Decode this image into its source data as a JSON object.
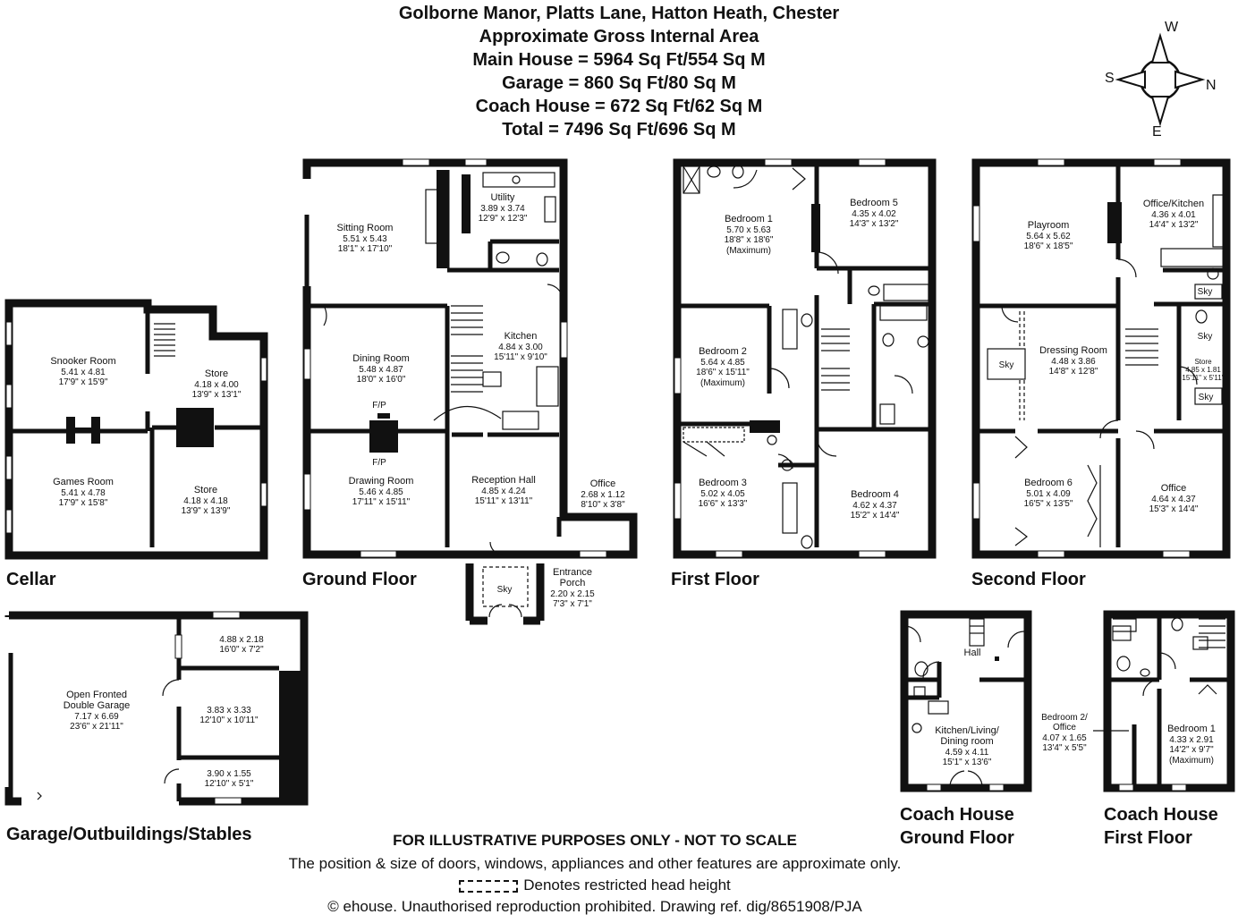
{
  "header": {
    "line1": "Golborne Manor, Platts Lane, Hatton Heath, Chester",
    "line2": "Approximate Gross Internal Area",
    "line3": "Main House = 5964 Sq Ft/554 Sq M",
    "line4": "Garage = 860 Sq Ft/80 Sq M",
    "line5": "Coach House = 672 Sq Ft/62 Sq M",
    "line6": "Total = 7496 Sq Ft/696 Sq M"
  },
  "compass": {
    "w": "W",
    "s": "S",
    "n": "N",
    "e": "E"
  },
  "floors": {
    "cellar": "Cellar",
    "ground": "Ground Floor",
    "first": "First Floor",
    "second": "Second Floor",
    "garage": "Garage/Outbuildings/Stables",
    "coach_ground_1": "Coach House",
    "coach_ground_2": "Ground Floor",
    "coach_first_1": "Coach House",
    "coach_first_2": "First Floor"
  },
  "rooms": {
    "snooker": {
      "name": "Snooker Room",
      "m": "5.41 x 4.81",
      "ft": "17'9\" x 15'9\""
    },
    "cellar_store1": {
      "name": "Store",
      "m": "4.18 x 4.00",
      "ft": "13'9\" x 13'1\""
    },
    "games": {
      "name": "Games Room",
      "m": "5.41 x 4.78",
      "ft": "17'9\" x 15'8\""
    },
    "cellar_store2": {
      "name": "Store",
      "m": "4.18 x 4.18",
      "ft": "13'9\" x 13'9\""
    },
    "sitting": {
      "name": "Sitting Room",
      "m": "5.51 x 5.43",
      "ft": "18'1\" x 17'10\""
    },
    "utility": {
      "name": "Utility",
      "m": "3.89 x 3.74",
      "ft": "12'9\" x 12'3\""
    },
    "dining": {
      "name": "Dining Room",
      "m": "5.48 x 4.87",
      "ft": "18'0\" x 16'0\""
    },
    "kitchen": {
      "name": "Kitchen",
      "m": "4.84 x 3.00",
      "ft": "15'11\" x 9'10\""
    },
    "drawing": {
      "name": "Drawing Room",
      "m": "5.46 x 4.85",
      "ft": "17'11\" x 15'11\""
    },
    "reception": {
      "name": "Reception Hall",
      "m": "4.85 x 4.24",
      "ft": "15'11\" x 13'11\""
    },
    "office_g": {
      "name": "Office",
      "m": "2.68 x 1.12",
      "ft": "8'10\" x 3'8\""
    },
    "porch": {
      "name1": "Entrance",
      "name2": "Porch",
      "m": "2.20 x 2.15",
      "ft": "7'3\" x 7'1\""
    },
    "fp1": "F/P",
    "fp2": "F/P",
    "sky": "Sky",
    "bed1": {
      "name": "Bedroom 1",
      "m": "5.70 x 5.63",
      "ft": "18'8\" x 18'6\"",
      "note": "(Maximum)"
    },
    "bed5": {
      "name": "Bedroom 5",
      "m": "4.35 x 4.02",
      "ft": "14'3\" x 13'2\""
    },
    "bed2": {
      "name": "Bedroom 2",
      "m": "5.64 x 4.85",
      "ft": "18'6\" x 15'11\"",
      "note": "(Maximum)"
    },
    "bed3": {
      "name": "Bedroom 3",
      "m": "5.02 x 4.05",
      "ft": "16'6\" x 13'3\""
    },
    "bed4": {
      "name": "Bedroom 4",
      "m": "4.62 x 4.37",
      "ft": "15'2\" x 14'4\""
    },
    "playroom": {
      "name": "Playroom",
      "m": "5.64 x 5.62",
      "ft": "18'6\" x 18'5\""
    },
    "office_kitchen": {
      "name": "Office/Kitchen",
      "m": "4.36 x 4.01",
      "ft": "14'4\" x 13'2\""
    },
    "dressing": {
      "name": "Dressing Room",
      "m": "4.48 x 3.86",
      "ft": "14'8\" x 12'8\""
    },
    "store2f": {
      "name": "Store",
      "m": "4.85 x 1.81",
      "ft": "15'11\" x 5'11\""
    },
    "bed6": {
      "name": "Bedroom 6",
      "m": "5.01 x 4.09",
      "ft": "16'5\" x 13'5\""
    },
    "office2f": {
      "name": "Office",
      "m": "4.64 x 4.37",
      "ft": "15'3\" x 14'4\""
    },
    "garage_main": {
      "name1": "Open Fronted",
      "name2": "Double Garage",
      "m": "7.17 x 6.69",
      "ft": "23'6\" x 21'11\""
    },
    "out1": {
      "m": "4.88 x 2.18",
      "ft": "16'0\" x 7'2\""
    },
    "out2": {
      "m": "3.83 x 3.33",
      "ft": "12'10\" x 10'11\""
    },
    "out3": {
      "m": "3.90 x 1.55",
      "ft": "12'10\" x 5'1\""
    },
    "coach_hall": {
      "name": "Hall"
    },
    "coach_kitchen": {
      "name1": "Kitchen/Living/",
      "name2": "Dining room",
      "m": "4.59 x 4.11",
      "ft": "15'1\" x 13'6\""
    },
    "coach_bed2": {
      "name1": "Bedroom 2/",
      "name2": "Office",
      "m": "4.07 x 1.65",
      "ft": "13'4\" x 5'5\""
    },
    "coach_bed1": {
      "name": "Bedroom 1",
      "m": "4.33 x 2.91",
      "ft": "14'2\" x 9'7\"",
      "note": "(Maximum)"
    }
  },
  "footer": {
    "line1": "FOR ILLUSTRATIVE PURPOSES ONLY - NOT TO SCALE",
    "line2": "The position & size of doors, windows, appliances and other features are approximate only.",
    "line3": "Denotes restricted head height",
    "line4": "© ehouse. Unauthorised reproduction prohibited. Drawing ref. dig/8651908/PJA"
  }
}
